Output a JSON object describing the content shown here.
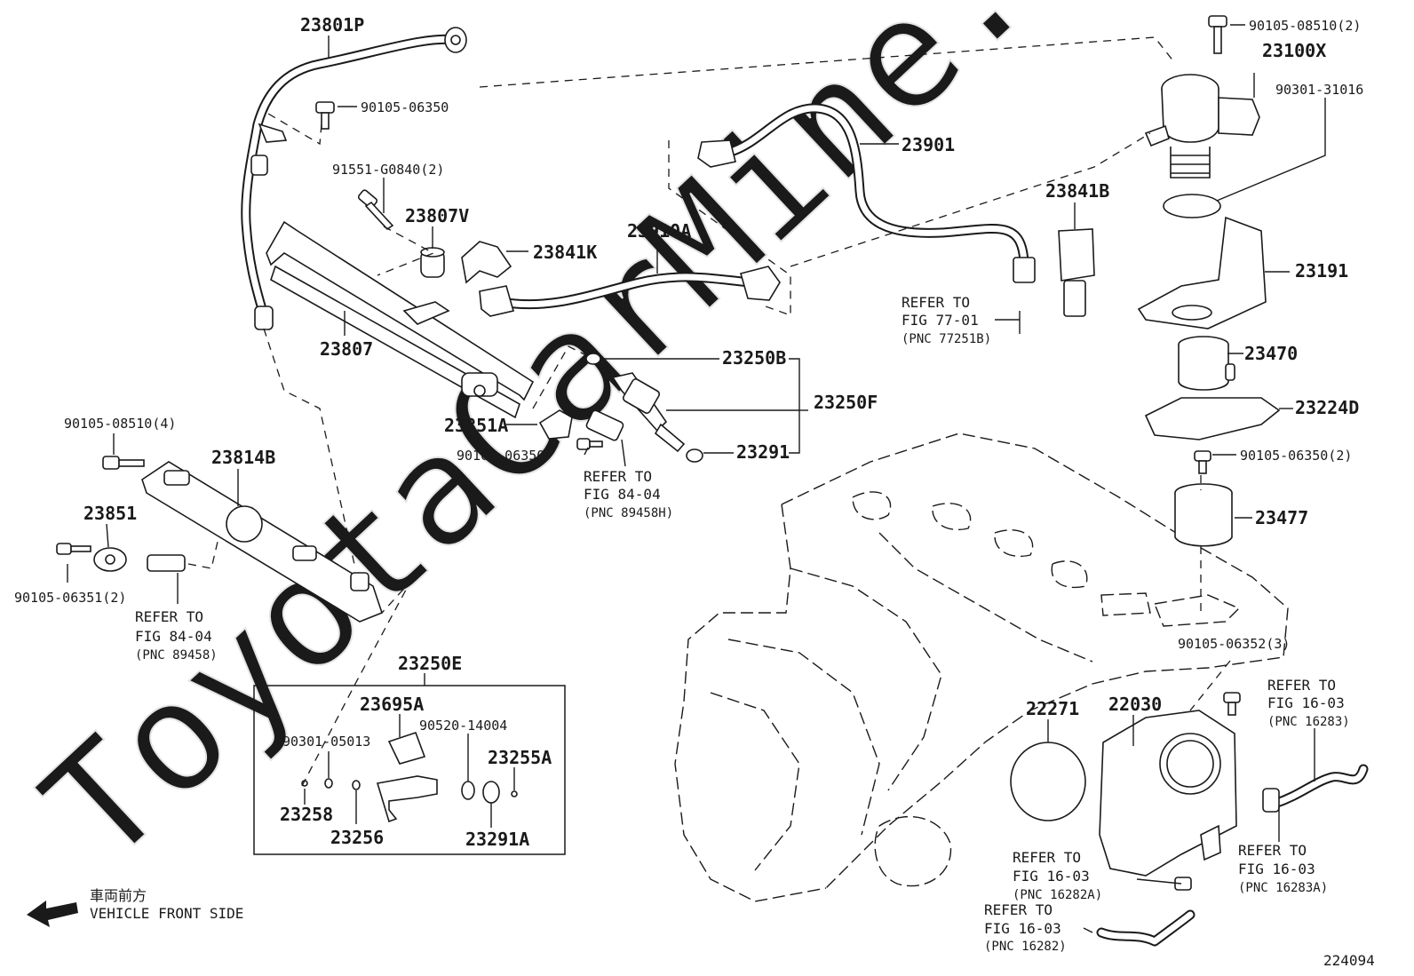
{
  "watermark": "ToyotaCarMine.ru",
  "figure_number": "224094",
  "front_marker": {
    "japanese_label": "車両前方",
    "english_label": "VEHICLE FRONT SIDE",
    "arrow_icon": "left-arrow-icon"
  },
  "part_numbers": {
    "p23801P": "23801P",
    "p90105_06350_top": "90105-06350",
    "p91551_G0840": "91551-G0840(2)",
    "p23807V": "23807V",
    "p23807": "23807",
    "p23841K": "23841K",
    "p23910A": "23910A",
    "p23901": "23901",
    "p90105_08510_2": "90105-08510(2)",
    "p23100X": "23100X",
    "p90301_31016": "90301-31016",
    "p23841B": "23841B",
    "p23191": "23191",
    "p23470": "23470",
    "p23224D": "23224D",
    "p90105_06350_2": "90105-06350(2)",
    "p23477": "23477",
    "p23250B": "23250B",
    "p23250F": "23250F",
    "p23851A": "23851A",
    "p90105_06350_mid": "90105-06350",
    "p23291": "23291",
    "p90105_08510_4": "90105-08510(4)",
    "p23814B": "23814B",
    "p23851": "23851",
    "p90105_06351_2": "90105-06351(2)",
    "p23250E": "23250E",
    "p23695A": "23695A",
    "p90520_14004": "90520-14004",
    "p90301_05013": "90301-05013",
    "p23255A": "23255A",
    "p23258": "23258",
    "p23256": "23256",
    "p23291A": "23291A",
    "p90105_06352_3": "90105-06352(3)",
    "p22271": "22271",
    "p22030": "22030"
  },
  "references": {
    "r_77_01": {
      "l1": "REFER TO",
      "l2": "FIG 77-01",
      "pnc": "(PNC 77251B)"
    },
    "r_84_04_h": {
      "l1": "REFER TO",
      "l2": "FIG 84-04",
      "pnc": "(PNC 89458H)"
    },
    "r_84_04": {
      "l1": "REFER TO",
      "l2": "FIG 84-04",
      "pnc": "(PNC 89458)"
    },
    "r_16283": {
      "l1": "REFER TO",
      "l2": "FIG 16-03",
      "pnc": "(PNC 16283)"
    },
    "r_16282A": {
      "l1": "REFER TO",
      "l2": "FIG 16-03",
      "pnc": "(PNC 16282A)"
    },
    "r_16283A": {
      "l1": "REFER TO",
      "l2": "FIG 16-03",
      "pnc": "(PNC 16283A)"
    },
    "r_16282": {
      "l1": "REFER TO",
      "l2": "FIG 16-03",
      "pnc": "(PNC 16282)"
    }
  }
}
